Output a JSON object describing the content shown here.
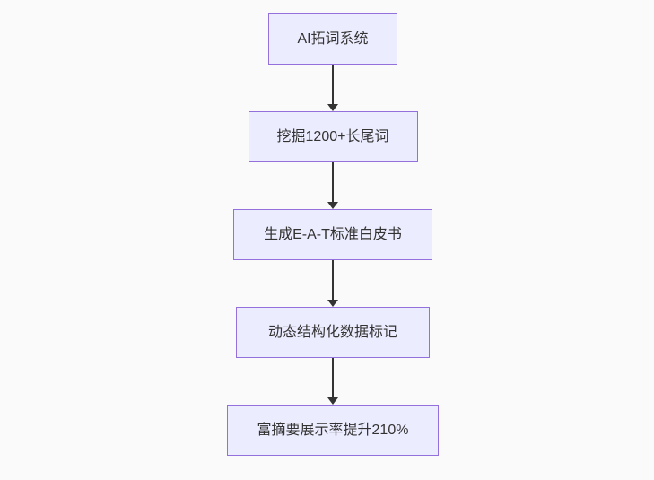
{
  "page": {
    "background_color": "#fafafa"
  },
  "chart_data": {
    "type": "flowchart",
    "orientation": "top-down",
    "node_fill_color": "#ECECFF",
    "node_border_color": "#9370DB",
    "text_color": "#333333",
    "arrow_color": "#333333",
    "nodes": [
      {
        "id": "n0",
        "label": "AI拓词系统"
      },
      {
        "id": "n1",
        "label": "挖掘1200+长尾词"
      },
      {
        "id": "n2",
        "label": "生成E-A-T标准白皮书"
      },
      {
        "id": "n3",
        "label": "动态结构化数据标记"
      },
      {
        "id": "n4",
        "label": "富摘要展示率提升210%"
      }
    ],
    "edges": [
      {
        "from": "n0",
        "to": "n1"
      },
      {
        "from": "n1",
        "to": "n2"
      },
      {
        "from": "n2",
        "to": "n3"
      },
      {
        "from": "n3",
        "to": "n4"
      }
    ]
  }
}
